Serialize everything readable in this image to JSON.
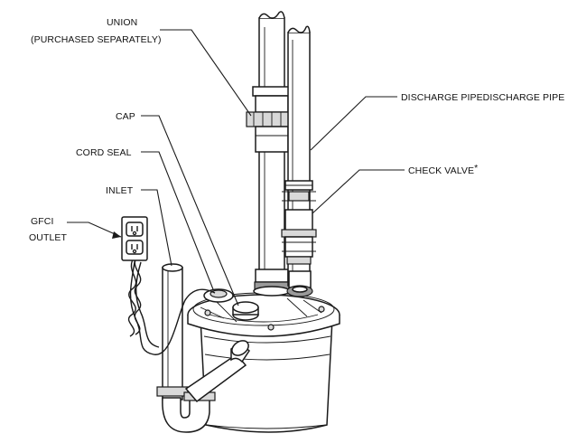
{
  "labels": {
    "union_line1": "UNION",
    "union_line2": "(PURCHASED SEPARATELY)",
    "cap": "CAP",
    "cord_seal": "CORD SEAL",
    "inlet": "INLET",
    "gfci_line1": "GFCI",
    "gfci_line2": "OUTLET",
    "discharge_pipe": "DISCHARGE PIPEDISCHARGE PIPE",
    "check_valve": "CHECK VALVE",
    "check_valve_mark": "*"
  },
  "icons": {
    "outlet": "gfci-outlet-icon"
  },
  "colors": {
    "line": "#1a1a1a",
    "shade": "#d9d9d9",
    "dark_shade": "#9a9a9a",
    "background": "#ffffff"
  }
}
